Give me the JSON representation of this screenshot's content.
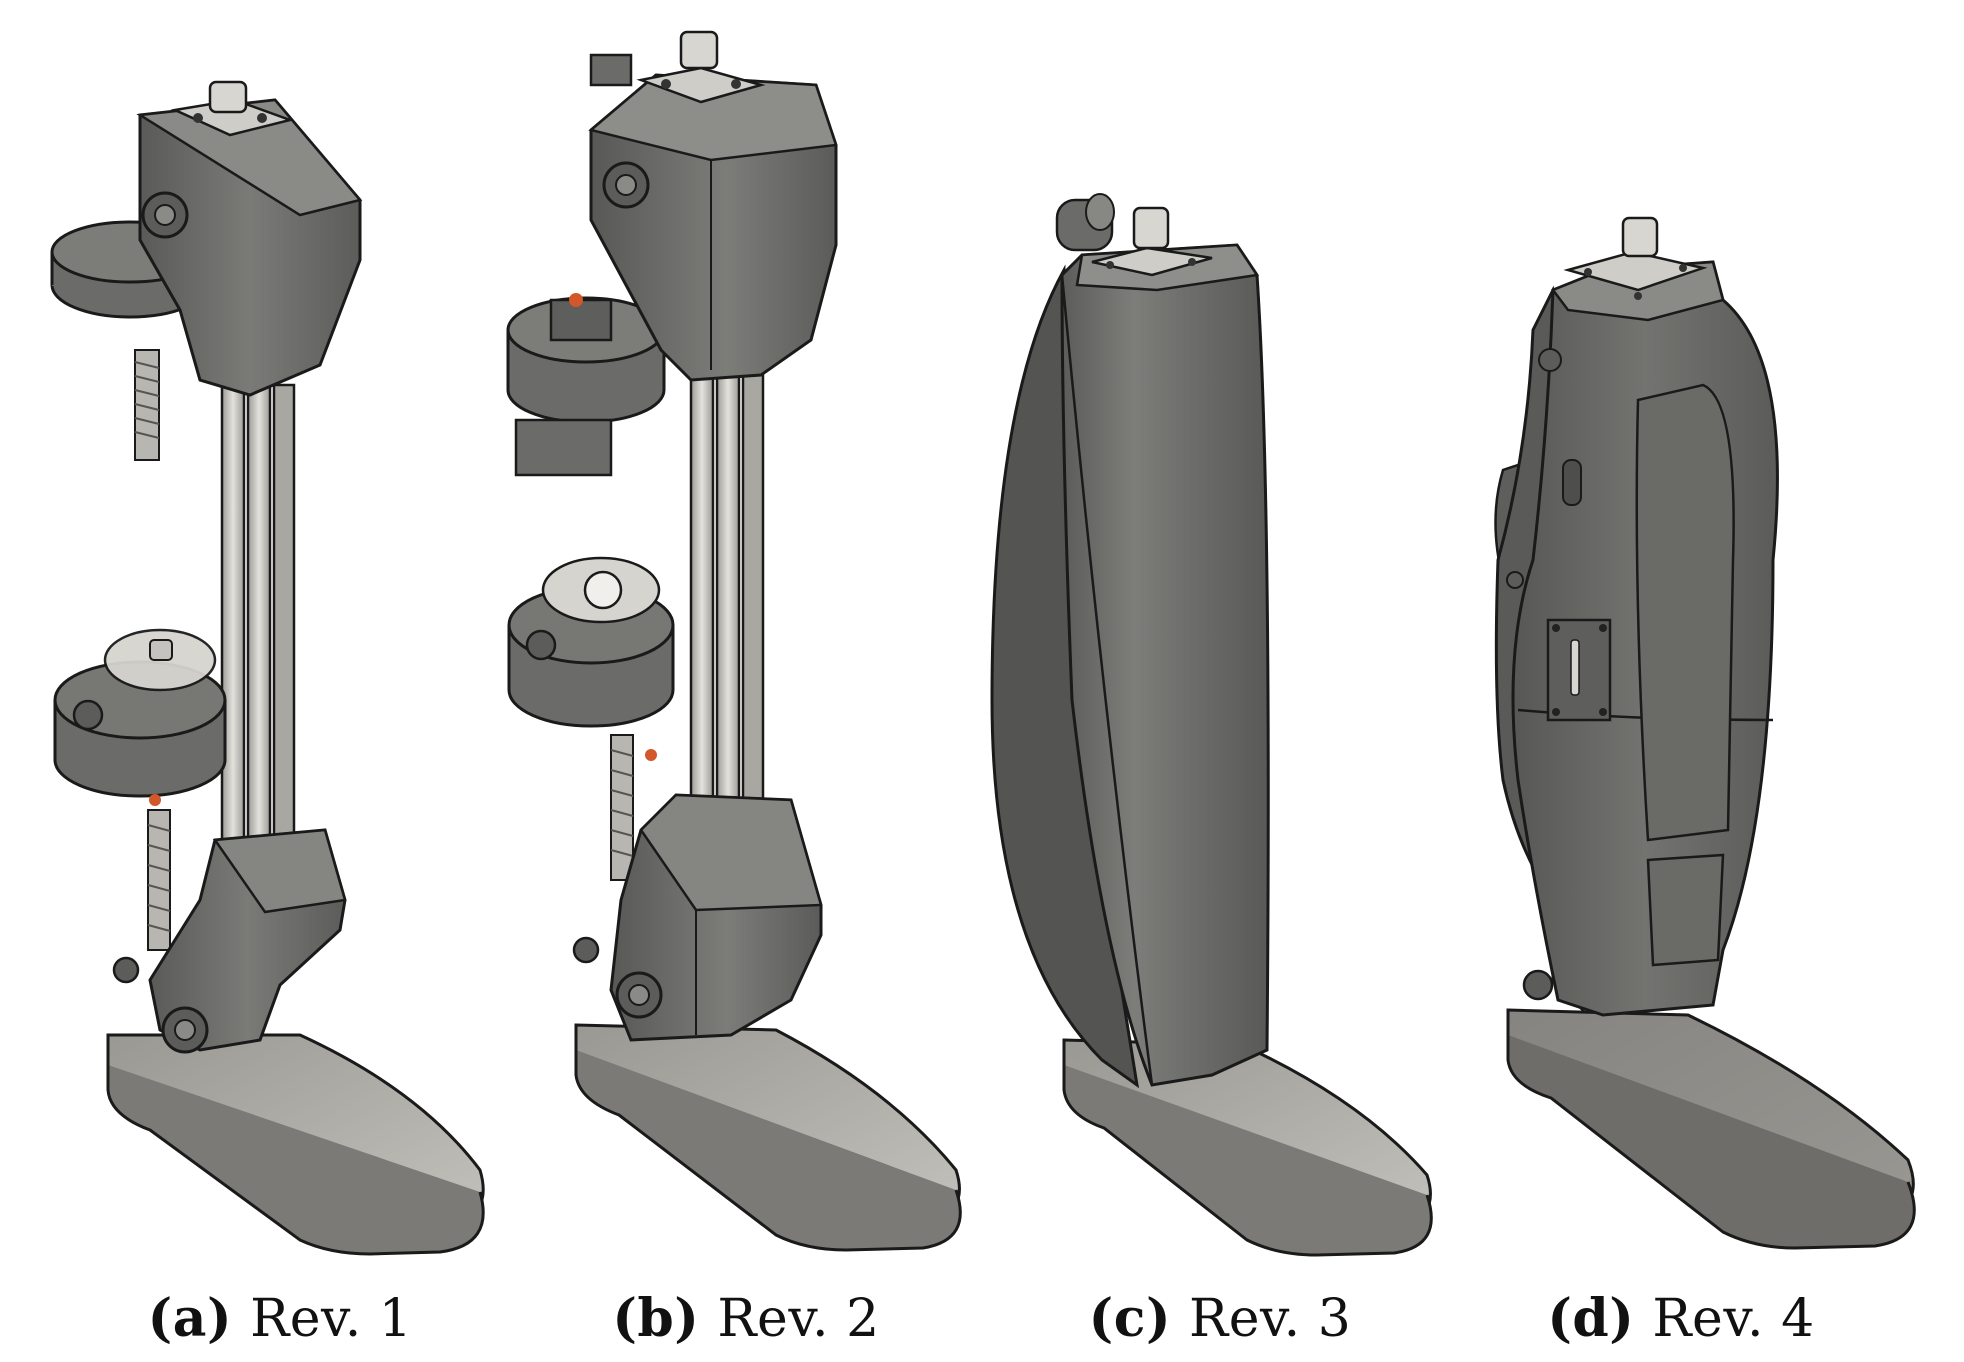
{
  "panels": [
    {
      "tag": "(a)",
      "label": "Rev. 1"
    },
    {
      "tag": "(b)",
      "label": "Rev. 2"
    },
    {
      "tag": "(c)",
      "label": "Rev. 3"
    },
    {
      "tag": "(d)",
      "label": "Rev. 4"
    }
  ],
  "colors": {
    "body": "#6b6b69",
    "body_dark": "#4e4e4c",
    "body_light": "#8a8a87",
    "metal": "#c9c7c2",
    "metal_light": "#e4e2dd",
    "outline": "#1a1a1a",
    "accent": "#d2572a",
    "foot": "#9a9893",
    "foot_top": "#b8b6b0"
  }
}
